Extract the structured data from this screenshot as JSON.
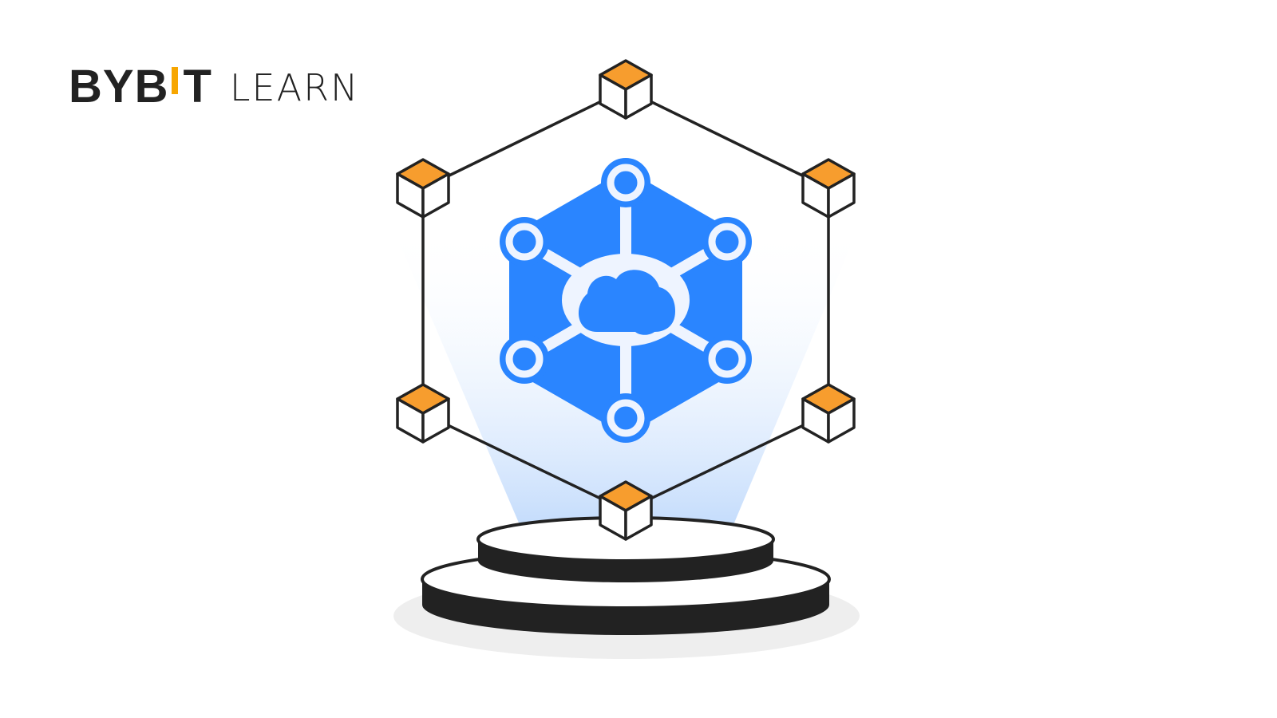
{
  "logo": {
    "brand_part1": "BYB",
    "brand_part2": "T",
    "suffix": "LEARN",
    "accent_color": "#f7a600"
  },
  "illustration": {
    "subject": "decentralized cloud storage network",
    "center_icon": "cloud-network-hexagon-icon",
    "nodes": [
      "block-top",
      "block-top-right",
      "block-bottom-right",
      "block-bottom",
      "block-bottom-left",
      "block-top-left"
    ],
    "colors": {
      "primary_blue": "#2a85ff",
      "block_orange": "#f79d2e",
      "outline": "#222222",
      "beam_light": "#c8defc",
      "shadow": "#eeeeee"
    }
  }
}
